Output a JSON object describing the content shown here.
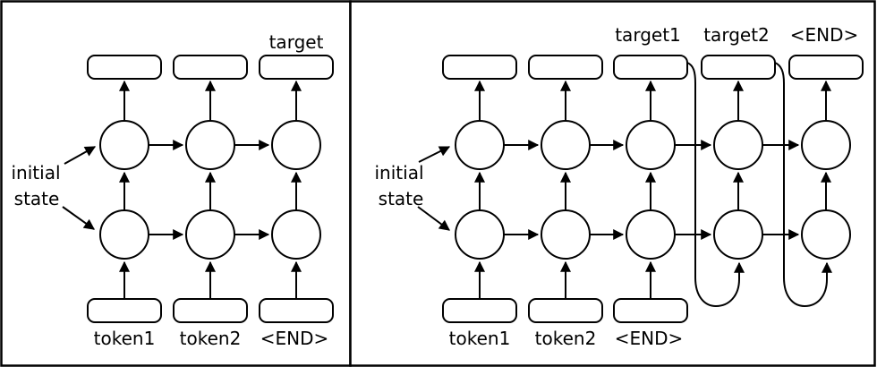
{
  "diagram": {
    "colors": {
      "stroke": "#000000",
      "background": "#ffffff"
    },
    "left_panel": {
      "target_label": "target",
      "input_labels": [
        "token1",
        "token2",
        "<END>"
      ],
      "state_label_line1": "initial",
      "state_label_line2": "state"
    },
    "right_panel": {
      "target_labels": [
        "target1",
        "target2",
        "<END>"
      ],
      "input_labels": [
        "token1",
        "token2",
        "<END>"
      ],
      "state_label_line1": "initial",
      "state_label_line2": "state"
    }
  }
}
